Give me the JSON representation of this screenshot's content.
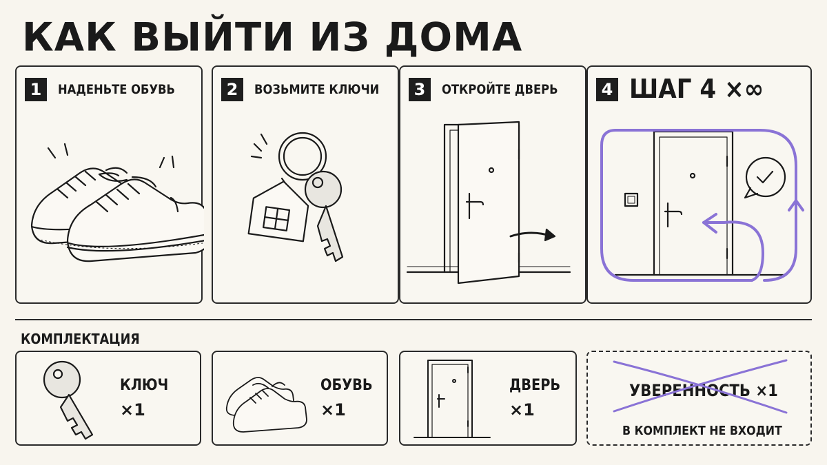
{
  "title": "КАК ВЫЙТИ ИЗ ДОМА",
  "steps": [
    {
      "number": "1",
      "label": "НАДЕНЬТЕ ОБУВЬ",
      "icon": "sneakers-icon"
    },
    {
      "number": "2",
      "label": "ВОЗЬМИТЕ КЛЮЧИ",
      "icon": "keys-icon"
    },
    {
      "number": "3",
      "label": "ОТКРОЙТЕ ДВЕРЬ",
      "icon": "open-door-icon"
    },
    {
      "number": "4",
      "label": "ШАГ 4 ×∞",
      "icon": "door-loop-icon"
    }
  ],
  "kit": {
    "title": "КОМПЛЕКТАЦИЯ",
    "items": [
      {
        "name": "КЛЮЧ",
        "qty": "×1",
        "icon": "key-icon"
      },
      {
        "name": "ОБУВЬ",
        "qty": "×1",
        "icon": "sneakers-icon"
      },
      {
        "name": "ДВЕРЬ",
        "qty": "×1",
        "icon": "door-icon"
      }
    ],
    "missing": {
      "name": "УВЕРЕННОСТЬ ×1",
      "note": "В КОМПЛЕКТ НЕ ВХОДИТ"
    }
  },
  "colors": {
    "accent": "#8a73d6",
    "background": "#f8f5ee",
    "ink": "#1a1a1a"
  }
}
